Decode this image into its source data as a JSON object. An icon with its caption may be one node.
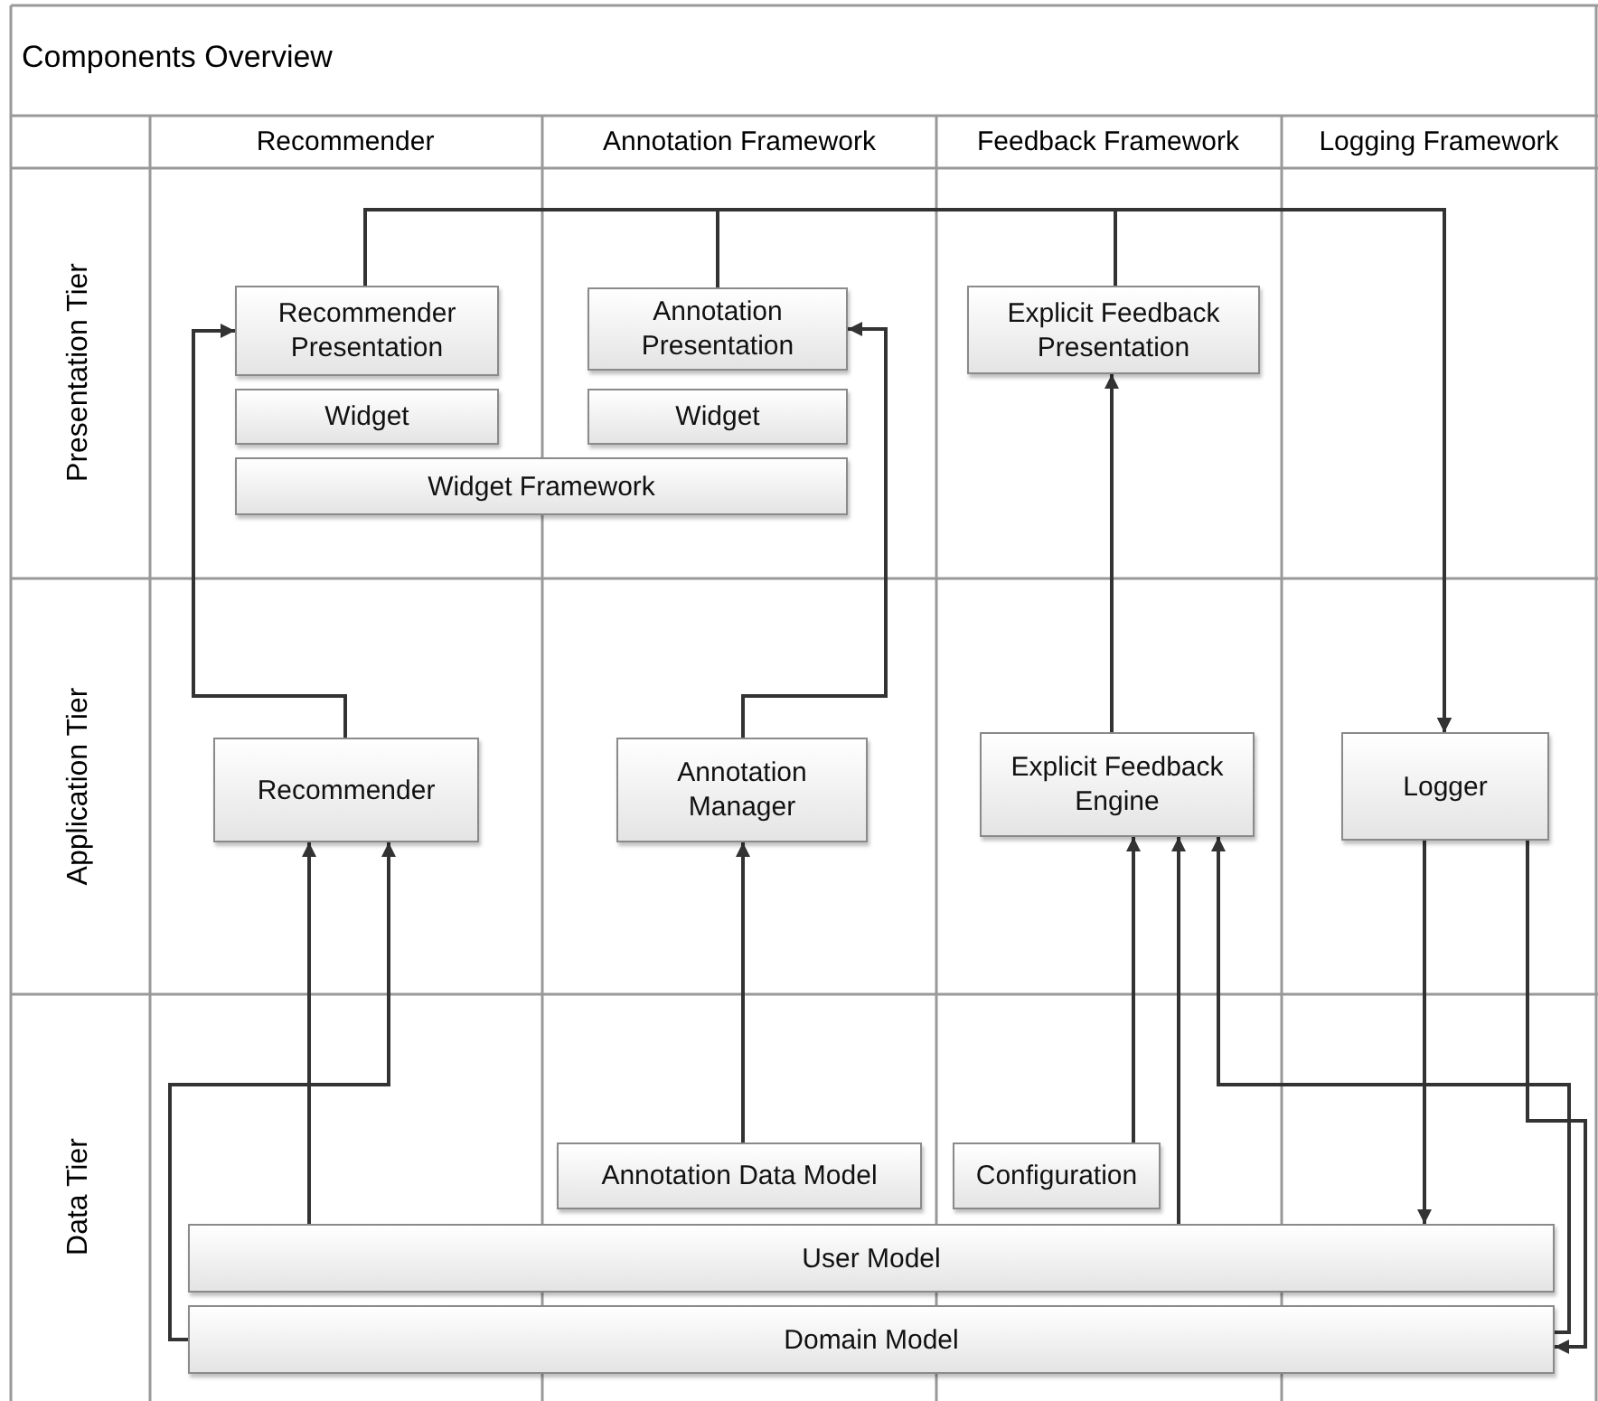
{
  "diagram": {
    "title": "Components Overview",
    "nodes": [
      {
        "text": [
          "Recommender Presentation"
        ]
      },
      {
        "text": [
          "Annotation Presentation"
        ]
      },
      {
        "text": [
          "Explicit Feedback Presentation"
        ]
      },
      {
        "text": [
          "Widget"
        ]
      },
      {
        "text": [
          "Widget"
        ]
      },
      {
        "text": [
          "Widget Framework"
        ]
      },
      {
        "text": [
          "Recommender"
        ]
      },
      {
        "text": [
          "Annotation Manager"
        ]
      },
      {
        "text": [
          "Explicit Feedback Engine"
        ]
      },
      {
        "text": [
          "Logger"
        ]
      },
      {
        "text": [
          "Annotation Data Model"
        ]
      },
      {
        "text": [
          "Configuration"
        ]
      },
      {
        "text": [
          "User Model"
        ]
      },
      {
        "text": [
          "Domain Model"
        ]
      }
    ],
    "edges": [
      {
        "from": 6,
        "to": 0,
        "arrow": "to"
      },
      {
        "from": 7,
        "to": 1,
        "arrow": "to"
      },
      {
        "from": 8,
        "to": 2,
        "arrow": "to"
      },
      {
        "from": 0,
        "to": 9,
        "arrow": "to"
      },
      {
        "from": 1,
        "to": 9,
        "arrow": "to"
      },
      {
        "from": 2,
        "to": 9,
        "arrow": "to"
      },
      {
        "from": 12,
        "to": 6,
        "arrow": "to"
      },
      {
        "from": 13,
        "to": 6,
        "arrow": "to"
      },
      {
        "from": 10,
        "to": 7,
        "arrow": "to"
      },
      {
        "from": 11,
        "to": 8,
        "arrow": "to"
      },
      {
        "from": 12,
        "to": 8,
        "arrow": "to"
      },
      {
        "from": 13,
        "to": 8,
        "arrow": "to"
      },
      {
        "from": 9,
        "to": 12,
        "arrow": "to"
      },
      {
        "from": 9,
        "to": 13,
        "arrow": "to"
      }
    ],
    "labels": [
      "Recommender",
      "Annotation Framework",
      "Feedback Framework",
      "Logging Framework",
      "Presentation Tier",
      "Application Tier",
      "Data Tier"
    ]
  }
}
